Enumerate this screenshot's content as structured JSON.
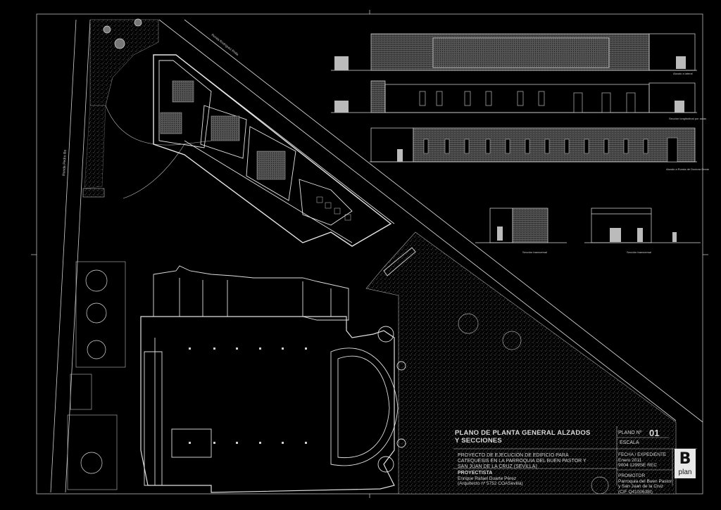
{
  "drawing": {
    "street_labels": {
      "west": "Ronda Pedro Ro",
      "north": "Ronda Rodríguez Roda"
    },
    "elevation_captions": [
      "Alzado a lateral",
      "Sección longitudinal por aulas",
      "Alzado a Ronda de Doctora Oeste"
    ],
    "section_captions": [
      "Sección transversal",
      "Sección transversal"
    ],
    "title_block": {
      "plan_title_line1": "PLANO DE PLANTA GENERAL ALZADOS",
      "plan_title_line2": "Y SECCIONES",
      "plano_label": "PLANO Nº",
      "plano_number": "01",
      "escala_label": "ESCALA",
      "project_line1": "PROYECTO DE EJECUCIÓN DE EDIFICIO PARA",
      "project_line2": "CATEQUESIS EN LA PARROQUIA DEL BUEN PASTOR Y",
      "project_line3": "SAN JUAN DE LA CRUZ (SEVILLA)",
      "proyectista_label": "PROYECTISTA",
      "proyectista_name": "Enrique Rafael Duarte Pérez",
      "proyectista_reg": "(Arquitecto nº 5752 COASevilla)",
      "fecha_label": "FECHA / EXPEDIENTE",
      "fecha_value": "Enero 2011",
      "expediente_value": "9004 1299SE REC",
      "promotor_label": "PROMOTOR",
      "promotor_line1": "Parroquia del Buen Pastor",
      "promotor_line2": "y San Juan de la Cruz",
      "promotor_cif": "(CIF Q4100638I)",
      "logo_letter": "B",
      "logo_text": "plan"
    }
  }
}
